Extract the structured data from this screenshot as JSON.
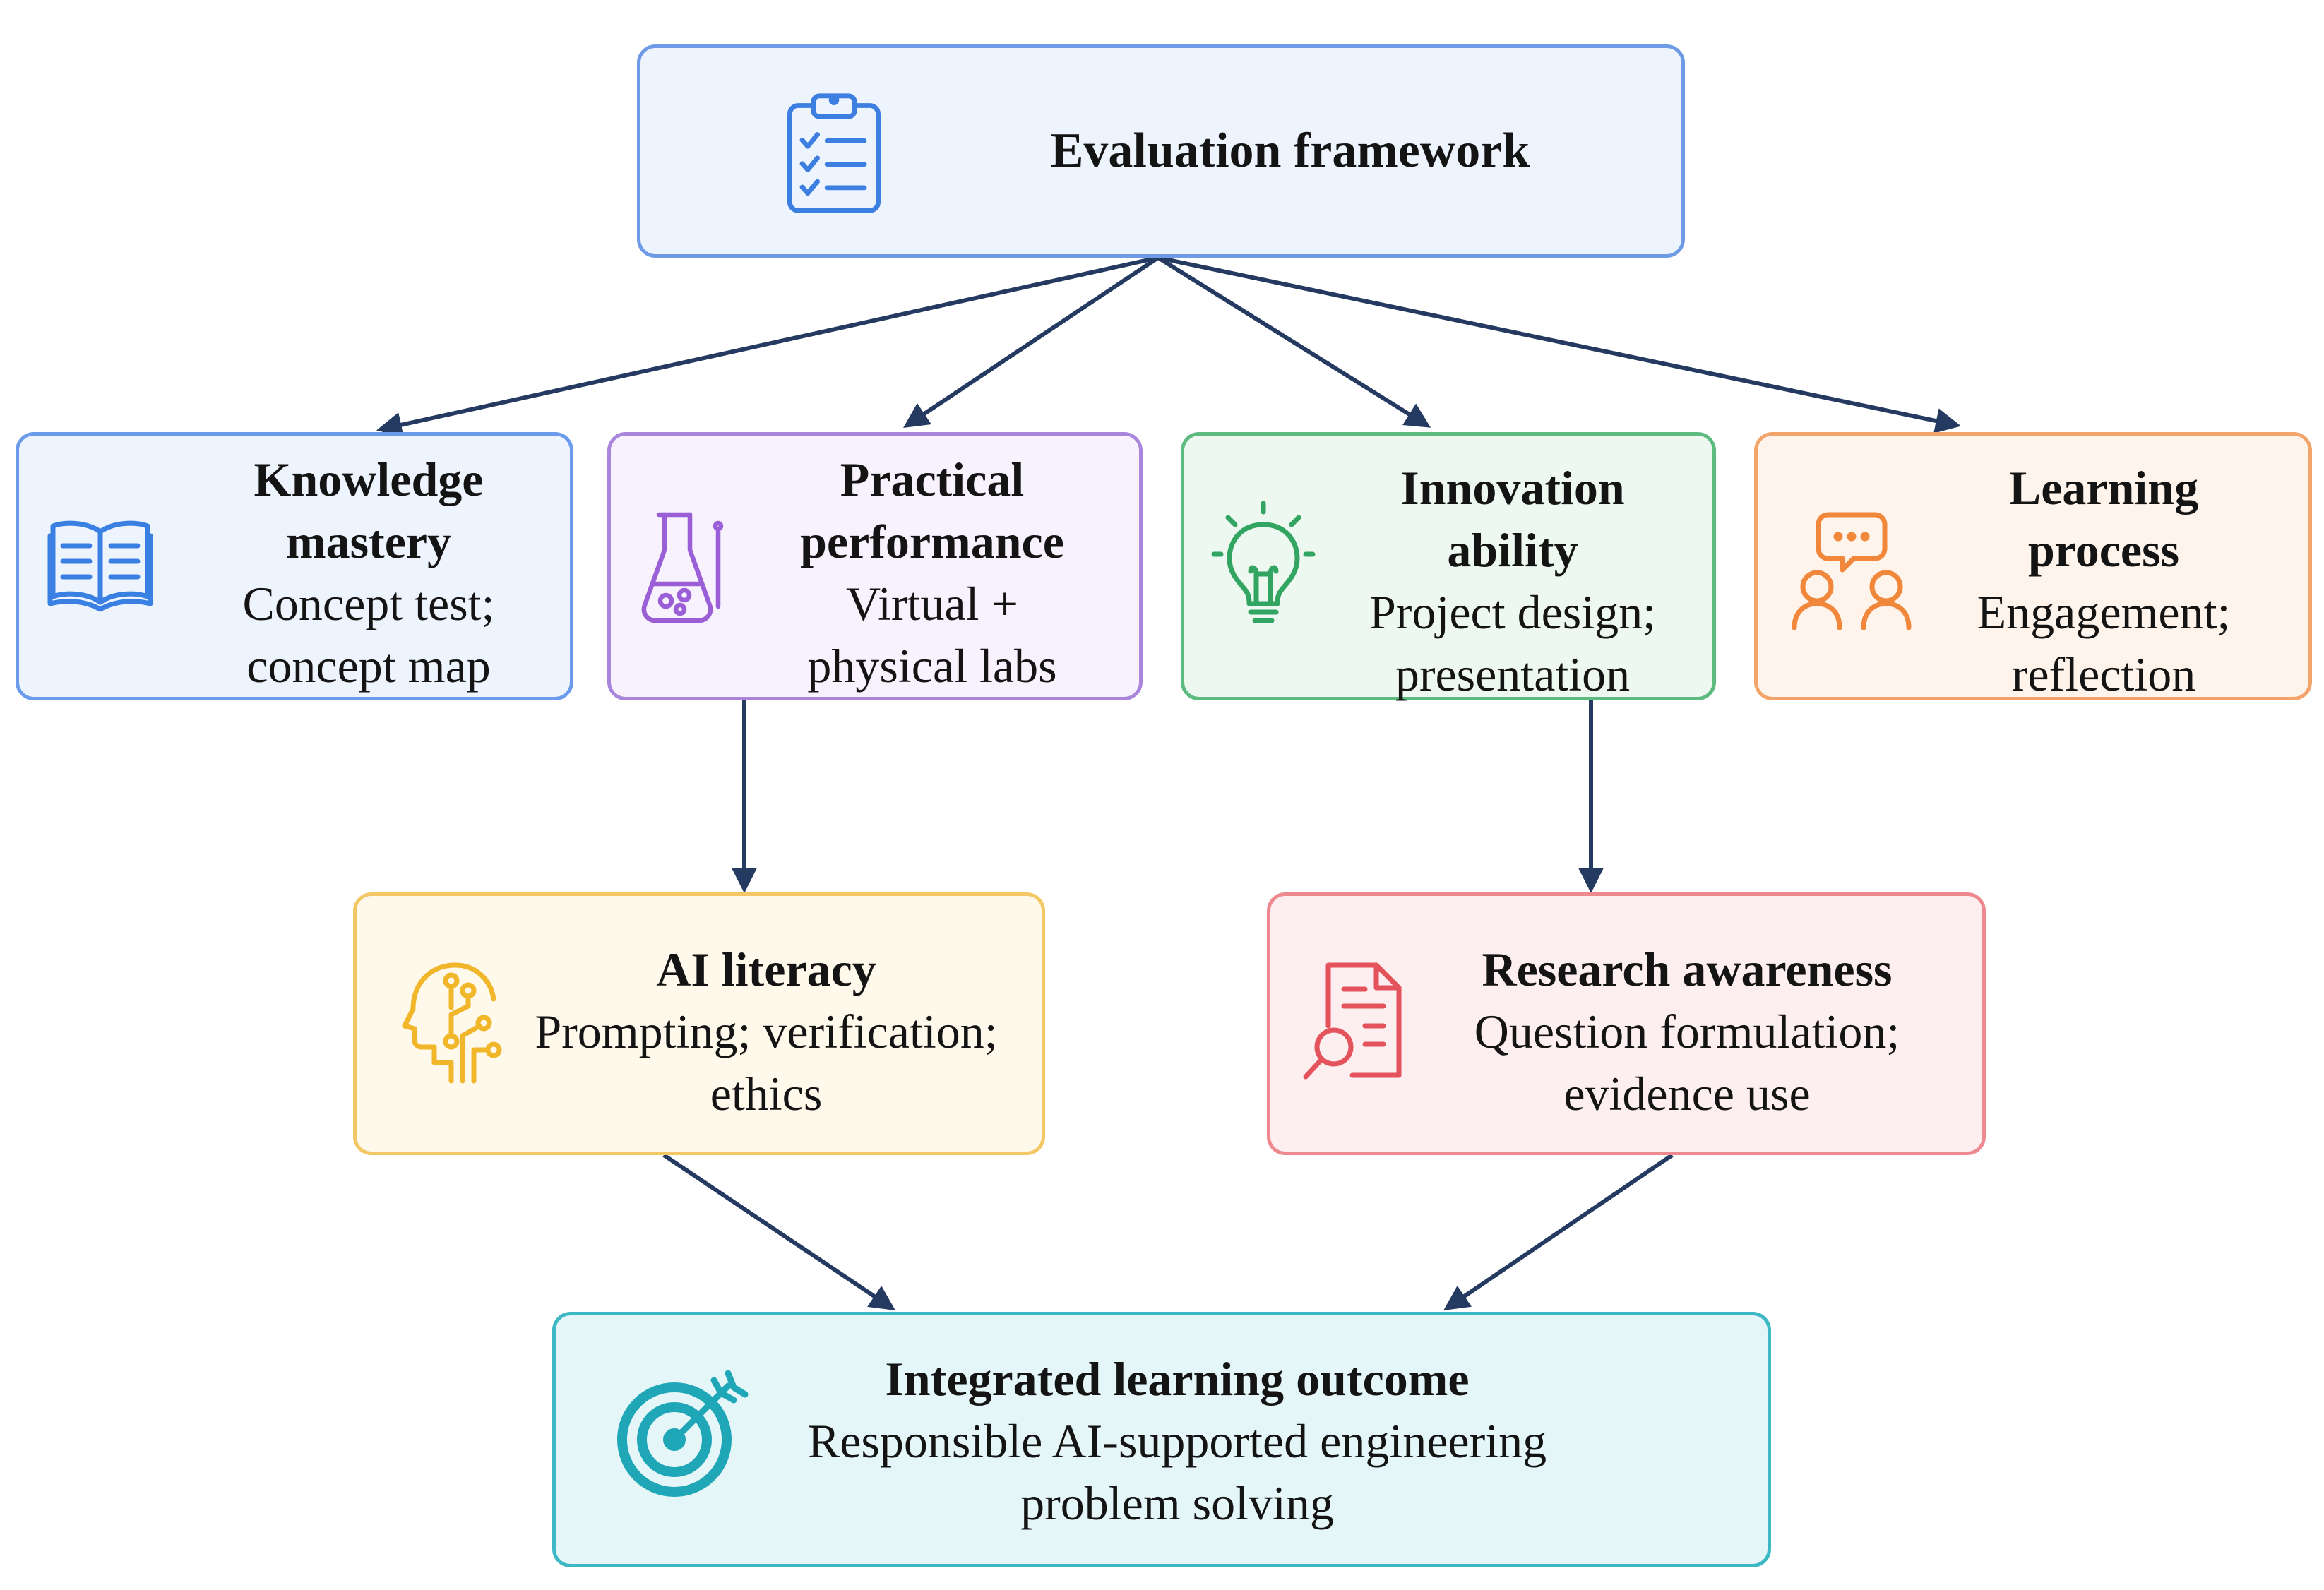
{
  "colors": {
    "arrow": "#253a60",
    "evaluation": {
      "border": "#6f9be6",
      "fill": "#eef4fd",
      "icon": "#3c7fe0"
    },
    "knowledge": {
      "border": "#6b9bea",
      "fill": "#eef4fd",
      "icon": "#3a7fe2"
    },
    "practical": {
      "border": "#a986dc",
      "fill": "#f7f2fd",
      "icon": "#9a5fd6"
    },
    "innovation": {
      "border": "#5dbb7f",
      "fill": "#edf8f0",
      "icon": "#33a562"
    },
    "learning": {
      "border": "#f2a46a",
      "fill": "#fff4ec",
      "icon": "#f0873a"
    },
    "ai_literacy": {
      "border": "#f3c766",
      "fill": "#fff9eb",
      "icon": "#f2b62b"
    },
    "research": {
      "border": "#ee8a8f",
      "fill": "#fdeeef",
      "icon": "#e4535c"
    },
    "integrated": {
      "border": "#3fb8c5",
      "fill": "#e5f6f8",
      "icon": "#1fa7b8"
    }
  },
  "nodes": {
    "evaluation": {
      "title": "Evaluation framework",
      "icon": "clipboard-checklist-icon"
    },
    "knowledge": {
      "title_lines": [
        "Knowledge",
        "mastery"
      ],
      "desc_lines": [
        "Concept test;",
        "concept map"
      ],
      "icon": "open-book-icon"
    },
    "practical": {
      "title_lines": [
        "Practical",
        "performance"
      ],
      "desc_lines": [
        "Virtual +",
        "physical labs"
      ],
      "icon": "lab-flask-icon"
    },
    "innovation": {
      "title_lines": [
        "Innovation",
        "ability"
      ],
      "desc_lines": [
        "Project design;",
        "presentation"
      ],
      "icon": "lightbulb-icon"
    },
    "learning": {
      "title_lines": [
        "Learning",
        "process"
      ],
      "desc_lines": [
        "Engagement;",
        "reflection"
      ],
      "icon": "discussion-people-icon"
    },
    "ai_literacy": {
      "title_lines": [
        "AI literacy"
      ],
      "desc_lines": [
        "Prompting; verification;",
        "ethics"
      ],
      "icon": "ai-head-circuit-icon"
    },
    "research": {
      "title_lines": [
        "Research awareness"
      ],
      "desc_lines": [
        "Question formulation;",
        "evidence use"
      ],
      "icon": "document-search-icon"
    },
    "integrated": {
      "title_lines": [
        "Integrated learning outcome"
      ],
      "desc_lines": [
        "Responsible AI-supported engineering",
        "problem solving"
      ],
      "icon": "target-arrow-icon"
    }
  },
  "edges": [
    {
      "from": "evaluation",
      "to": "knowledge"
    },
    {
      "from": "evaluation",
      "to": "practical"
    },
    {
      "from": "evaluation",
      "to": "innovation"
    },
    {
      "from": "evaluation",
      "to": "learning"
    },
    {
      "from": "practical",
      "to": "ai_literacy"
    },
    {
      "from": "innovation",
      "to": "research"
    },
    {
      "from": "ai_literacy",
      "to": "integrated"
    },
    {
      "from": "research",
      "to": "integrated"
    }
  ]
}
